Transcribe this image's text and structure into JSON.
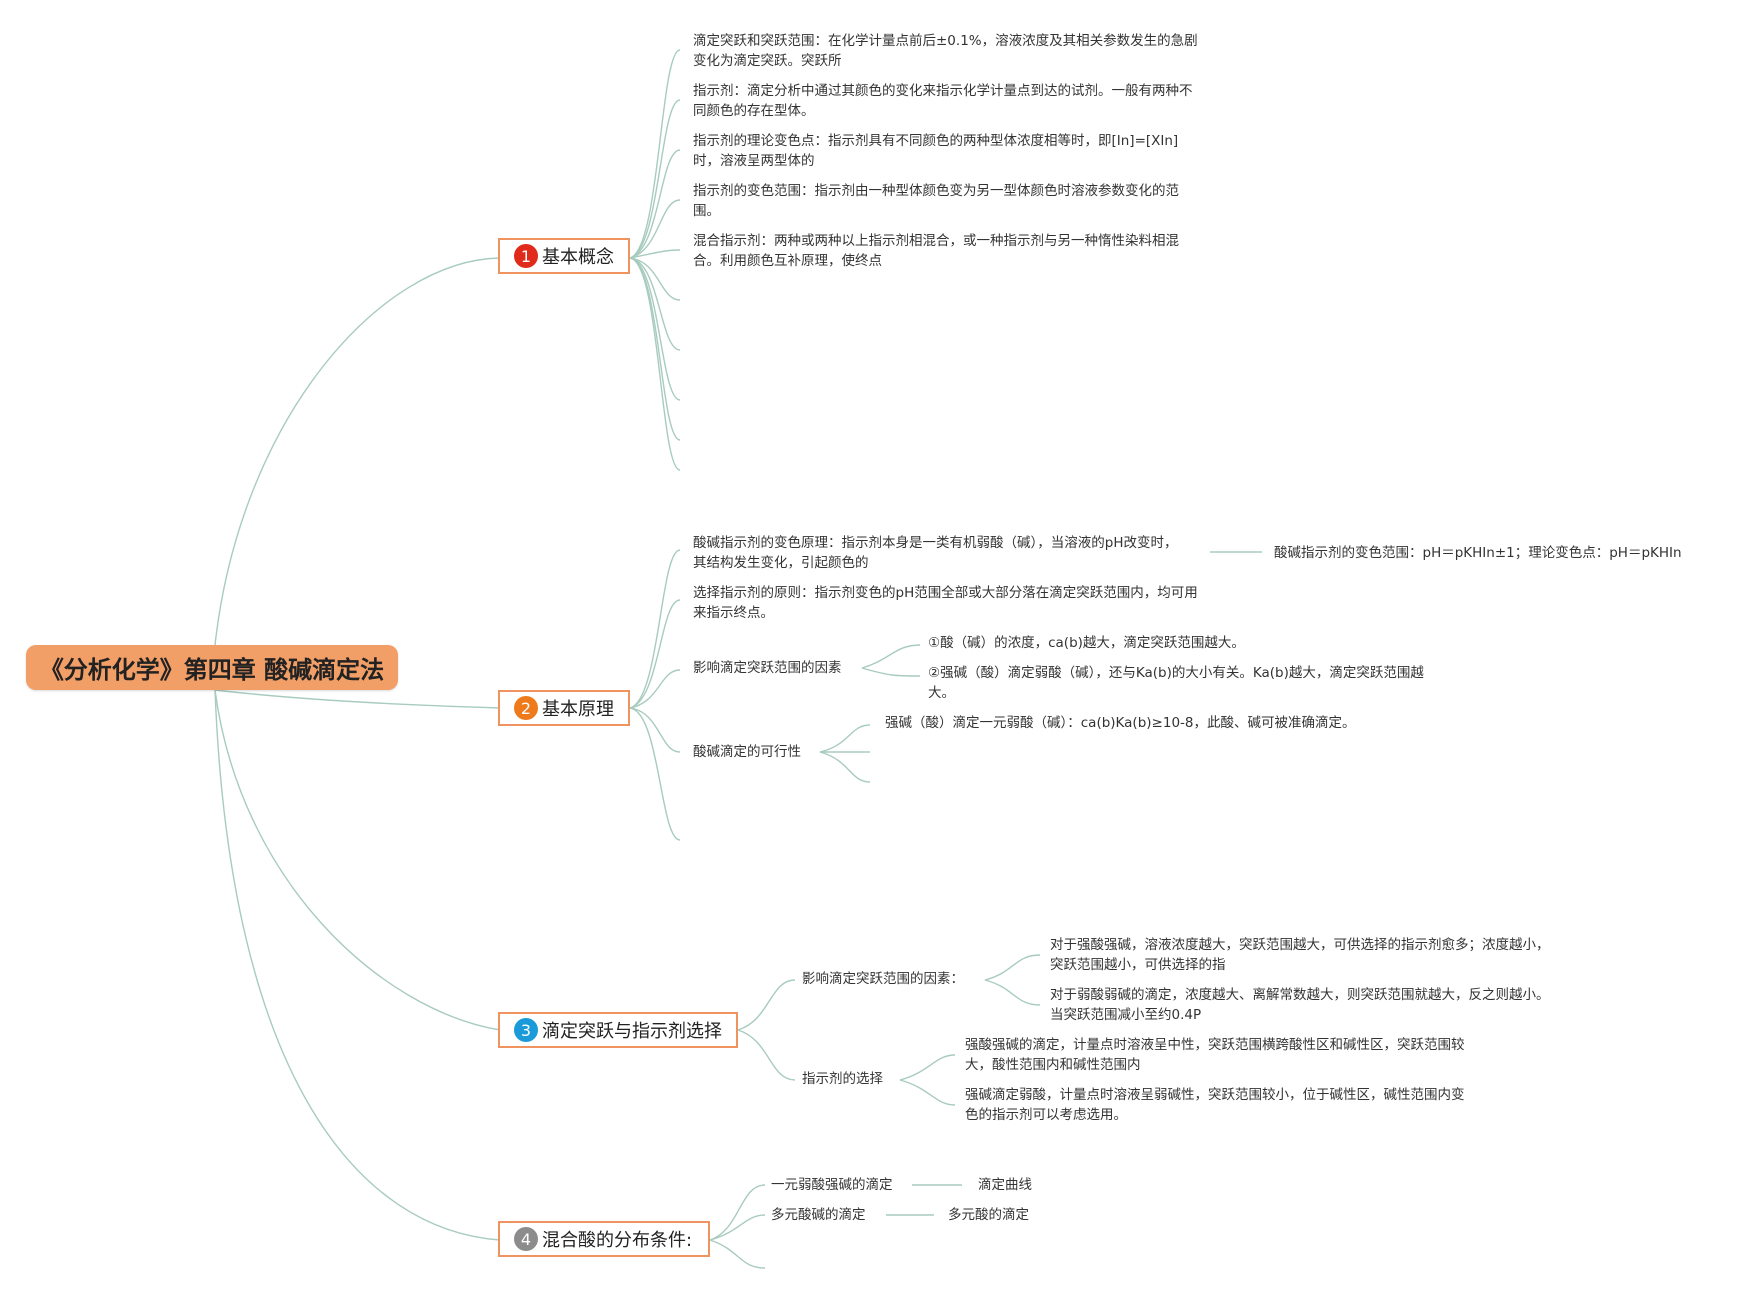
{
  "root": {
    "title": "《分析化学》第四章 酸碱滴定法"
  },
  "colors": {
    "link": "#a8cbbf",
    "root_fill": "#f29e67",
    "border": "#ef9460"
  },
  "branches": [
    {
      "num": "1",
      "num_color": "#e02a1a",
      "label": "基本概念",
      "leaves": [
        "滴定突跃和突跃范围：在化学计量点前后±0.1%，溶液浓度及其相关参数发生的急剧变化为滴定突跃。突跃所",
        "指示剂：滴定分析中通过其颜色的变化来指示化学计量点到达的试剂。一般有两种不同颜色的存在型体。",
        "指示剂的理论变色点：指示剂具有不同颜色的两种型体浓度相等时，即[In]=[XIn]时，溶液呈两型体的",
        "指示剂的变色范围：指示剂由一种型体颜色变为另一型体颜色时溶液参数变化的范围。",
        "混合指示剂：两种或两种以上指示剂相混合，或一种指示剂与另一种惰性染料相混合。利用颜色互补原理，使终点"
      ]
    },
    {
      "num": "2",
      "num_color": "#ee7a1c",
      "label": "基本原理",
      "children": [
        {
          "text": "酸碱指示剂的变色原理：指示剂本身是一类有机弱酸（碱），当溶液的pH改变时，其结构发生变化，引起颜色的",
          "child": "酸碱指示剂的变色范围：pH＝pKHIn±1；理论变色点：pH＝pKHIn"
        },
        {
          "text": "选择指示剂的原则：指示剂变色的pH范围全部或大部分落在滴定突跃范围内，均可用来指示终点。"
        },
        {
          "text": "影响滴定突跃范围的因素",
          "items": [
            "①酸（碱）的浓度，ca(b)越大，滴定突跃范围越大。",
            "②强碱（酸）滴定弱酸（碱），还与Ka(b)的大小有关。Ka(b)越大，滴定突跃范围越大。"
          ]
        },
        {
          "text": "酸碱滴定的可行性",
          "items": [
            "强碱（酸）滴定一元弱酸（碱）：ca(b)Ka(b)≥10-8，此酸、碱可被准确滴定。"
          ]
        }
      ]
    },
    {
      "num": "3",
      "num_color": "#1a9ad8",
      "label": "滴定突跃与指示剂选择",
      "children": [
        {
          "text": "影响滴定突跃范围的因素：",
          "items": [
            "对于强酸强碱，溶液浓度越大，突跃范围越大，可供选择的指示剂愈多；浓度越小，突跃范围越小，可供选择的指",
            "对于弱酸弱碱的滴定，浓度越大、离解常数越大，则突跃范围就越大，反之则越小。当突跃范围减小至约0.4P"
          ]
        },
        {
          "text": "指示剂的选择",
          "items": [
            "强酸强碱的滴定，计量点时溶液呈中性，突跃范围横跨酸性区和碱性区，突跃范围较大，酸性范围内和碱性范围内",
            "强碱滴定弱酸，计量点时溶液呈弱碱性，突跃范围较小，位于碱性区，碱性范围内变色的指示剂可以考虑选用。"
          ]
        }
      ]
    },
    {
      "num": "4",
      "num_color": "#8c8c8c",
      "label": "混合酸的分布条件:",
      "children": [
        {
          "text": "一元弱酸强碱的滴定",
          "child": "滴定曲线"
        },
        {
          "text": "多元酸碱的滴定",
          "child": "多元酸的滴定"
        }
      ]
    }
  ]
}
